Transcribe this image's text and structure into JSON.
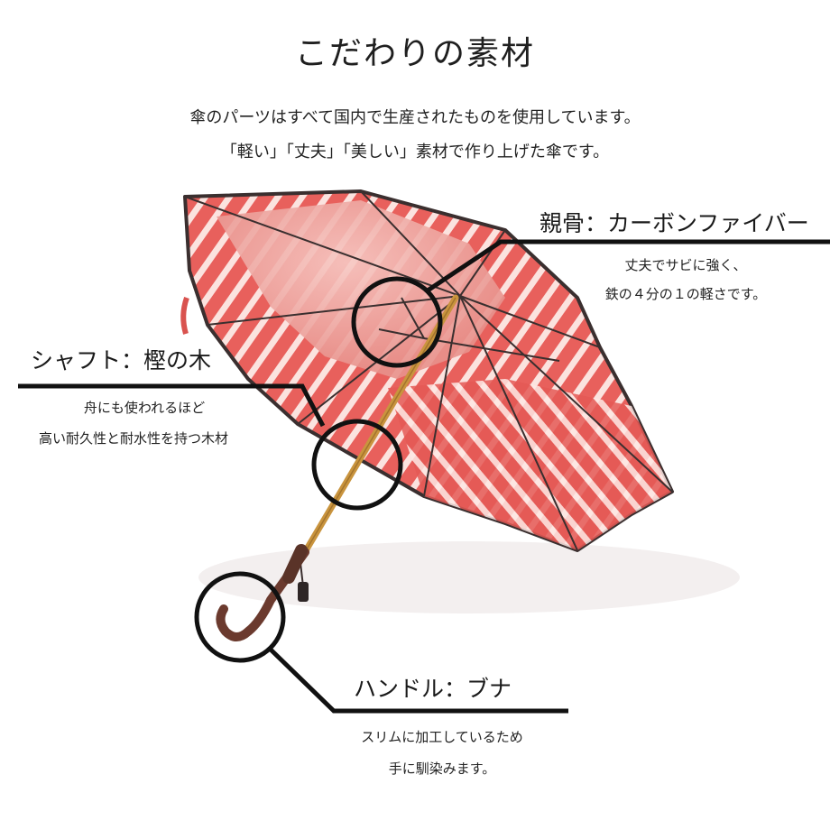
{
  "title": "こだわりの素材",
  "intro": {
    "line1": "傘のパーツはすべて国内で生産されたものを使用しています。",
    "line2": "「軽い」「丈夫」「美しい」素材で作り上げた傘です。"
  },
  "parts": {
    "ribs": {
      "label": "親骨：カーボンファイバー",
      "desc1": "丈夫でサビに強く、",
      "desc2": "鉄の４分の１の軽さです。"
    },
    "shaft": {
      "label": "シャフト：樫の木",
      "desc1": "舟にも使われるほど",
      "desc2": "高い耐久性と耐水性を持つ木材"
    },
    "handle": {
      "label": "ハンドル：ブナ",
      "desc1": "スリムに加工しているため",
      "desc2": "手に馴染みます。"
    }
  },
  "colors": {
    "canopy": "#e8605c",
    "stripe": "#fbe3df",
    "edge": "#3a2f2f",
    "shaft": "#c9943e",
    "handle": "#6b3a2e"
  }
}
